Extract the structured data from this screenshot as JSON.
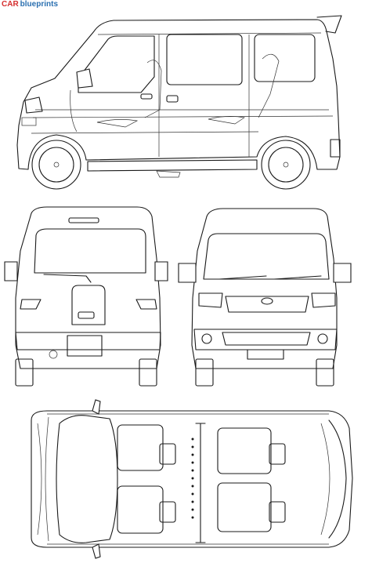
{
  "logo": {
    "brand_word": "CAR",
    "suffix_word": "blueprints",
    "brand_color": "#d62e2e",
    "suffix_color": "#2a6fb0"
  },
  "views": [
    "side-view",
    "rear-view",
    "front-view",
    "top-view"
  ]
}
